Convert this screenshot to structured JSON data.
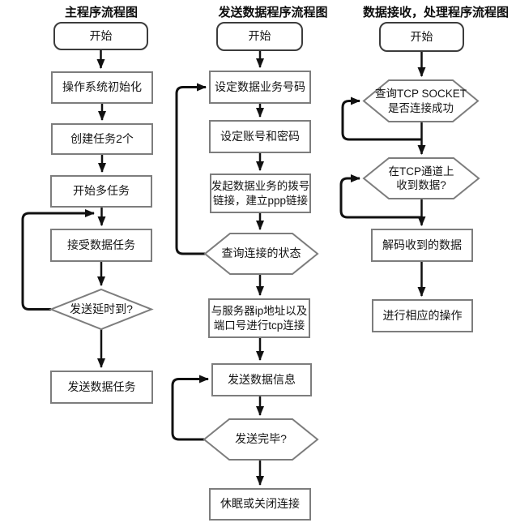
{
  "colors": {
    "background": "#ffffff",
    "arrow": "#111111",
    "node_border": "#7d7d7d",
    "start_border": "#3c3c3c",
    "text": "#141414"
  },
  "flowcharts": [
    {
      "title": "主程序流程图",
      "nodes": {
        "start": "开始",
        "os_init": "操作系统初始化",
        "create_tasks": "创建任务2个",
        "start_multitask": "开始多任务",
        "receive_task": "接受数据任务",
        "delay_decision": "发送延时到?",
        "send_task": "发送数据任务"
      }
    },
    {
      "title": "发送数据程序流程图",
      "nodes": {
        "start": "开始",
        "set_number": "设定数据业务号码",
        "set_account": "设定账号和密码",
        "dial_ppp": "发起数据业务的拨号\n链接，建立ppp链接",
        "query_status": "查询连接的状态",
        "tcp_connect": "与服务器ip地址以及\n端口号进行tcp连接",
        "send_info": "发送数据信息",
        "send_done": "发送完毕?",
        "sleep_close": "休眠或关闭连接"
      }
    },
    {
      "title": "数据接收，处理程序流程图",
      "nodes": {
        "start": "开始",
        "query_socket": "查询TCP SOCKET\n是否连接成功",
        "recv_decision": "在TCP通道上\n收到数据?",
        "decode": "解码收到的数据",
        "handle": "进行相应的操作"
      }
    }
  ]
}
